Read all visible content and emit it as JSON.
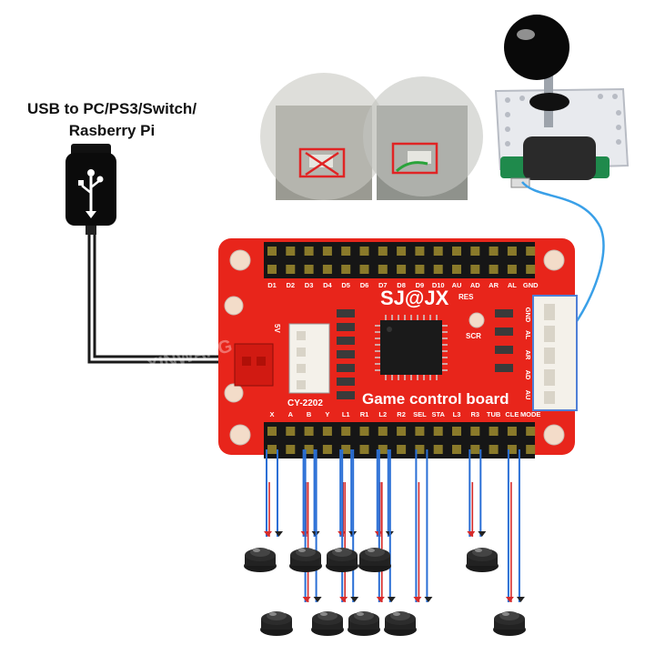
{
  "usb_label": {
    "line1": "USB to PC/PS3/Switch/",
    "line2": "Rasberry Pi"
  },
  "board": {
    "brand": "SJ@JX",
    "name": "Game control board",
    "chip_label": "CY-2202",
    "res_label": "RES",
    "scr_label": "SCR",
    "power_label": "5V",
    "color": "#e8251b"
  },
  "top_pins": [
    "D1",
    "D2",
    "D3",
    "D4",
    "D5",
    "D6",
    "D7",
    "D8",
    "D9",
    "D10",
    "AU",
    "AD",
    "AR",
    "AL",
    "GND"
  ],
  "bottom_pins": [
    "X",
    "A",
    "B",
    "Y",
    "L1",
    "R1",
    "L2",
    "R2",
    "SEL",
    "STA",
    "L3",
    "R3",
    "TUB",
    "CLE",
    "MODE"
  ],
  "joystick_pins": [
    "GND",
    "AL",
    "AR",
    "AD",
    "AU"
  ],
  "watermark": "XINWANG",
  "icons": {
    "usb": "usb-plug-icon",
    "joystick": "joystick-icon",
    "button": "arcade-button-icon",
    "chip": "microcontroller-icon"
  },
  "colors": {
    "wire_blue": "#2a6fd6",
    "wire_red": "#d62a2a",
    "wire_black": "#222222",
    "joystick_cable": "#3aa0e8"
  }
}
